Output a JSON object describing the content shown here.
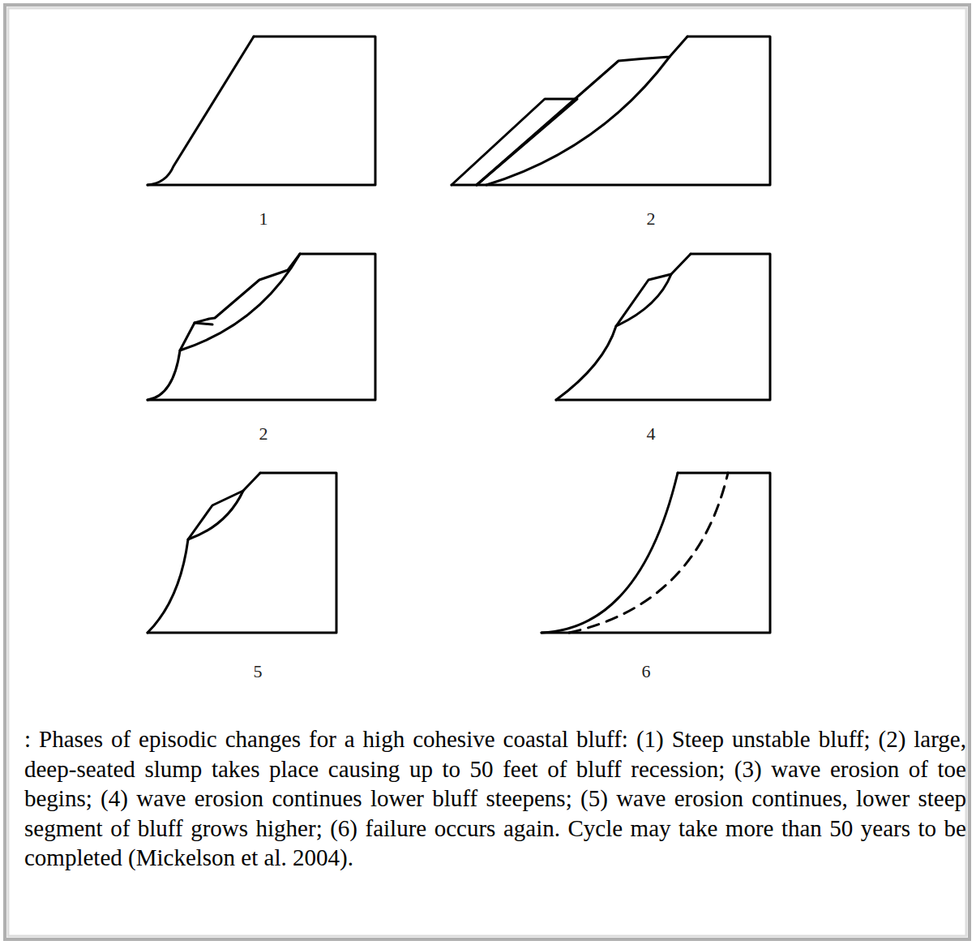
{
  "diagram": {
    "caption": ": Phases of episodic changes for a high cohesive coastal bluff: (1) Steep unstable bluff; (2) large, deep-seated slump takes place causing up to 50 feet of bluff recession; (3) wave erosion of toe begins; (4) wave erosion continues lower bluff steepens; (5) wave erosion continues, lower steep segment of bluff grows higher; (6) failure occurs again. Cycle may take more than 50 years to be completed (Mickelson et al. 2004).",
    "labels": [
      "1",
      "2",
      "2",
      "4",
      "5",
      "6"
    ]
  }
}
